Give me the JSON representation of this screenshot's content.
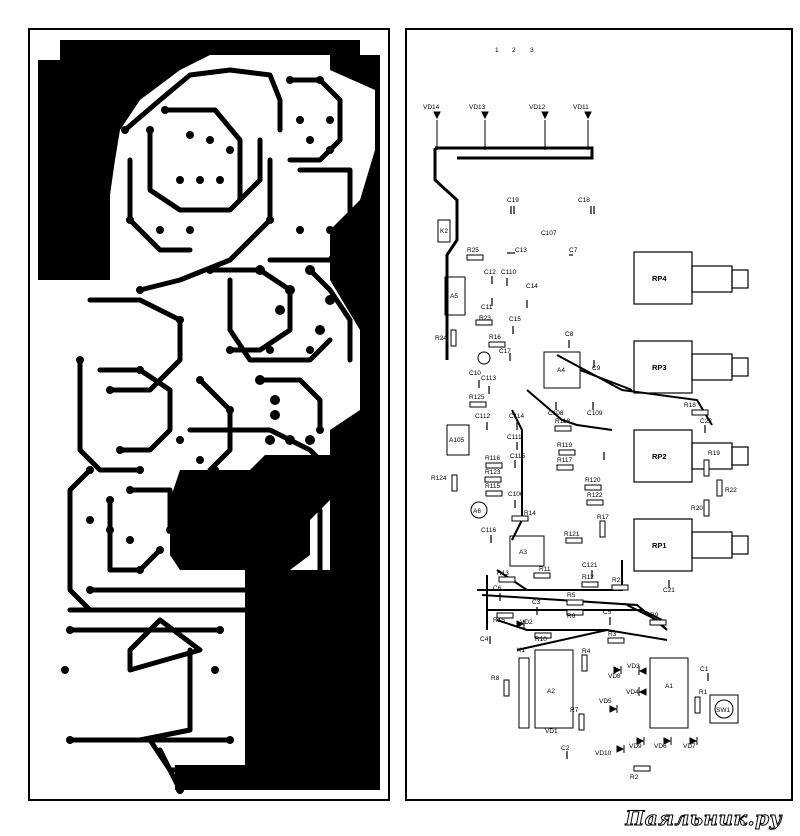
{
  "watermark": "Паяльник.ру",
  "pin_numbers": [
    "1",
    "2",
    "3"
  ],
  "relays": [
    "K2",
    "K1"
  ],
  "controls": [
    "RP4",
    "RP3",
    "RP2",
    "RP1"
  ],
  "chips": [
    "A5",
    "A4",
    "A105",
    "A6",
    "A3",
    "A2",
    "A1"
  ],
  "switch": "SW1",
  "diodes": [
    "VD14",
    "VD13",
    "VD12",
    "VD11",
    "VD2",
    "VD8",
    "VD3",
    "VD4",
    "VD5",
    "VD1",
    "VD10",
    "VD9",
    "VD6",
    "VD7"
  ],
  "resistors": [
    "R25",
    "R23",
    "R16",
    "R24",
    "R125",
    "R118",
    "R119",
    "R117",
    "R116",
    "R123",
    "R115",
    "R124",
    "R120",
    "R122",
    "R14",
    "R17",
    "R121",
    "R13",
    "R11",
    "R12",
    "R21",
    "R5",
    "R6",
    "R15",
    "R9",
    "R10",
    "R3",
    "R4",
    "R8",
    "R7",
    "R1",
    "R2",
    "R18",
    "R19",
    "R20",
    "R22"
  ],
  "capacitors": [
    "C19",
    "C18",
    "C107",
    "C13",
    "C7",
    "C12",
    "C110",
    "C11",
    "C14",
    "C15",
    "C8",
    "C17",
    "C9",
    "C10",
    "C113",
    "C108",
    "C109",
    "C112",
    "C114",
    "C111",
    "C115",
    "C106",
    "C116",
    "C121",
    "C6",
    "C3",
    "C5",
    "C4",
    "C1",
    "C2",
    "C22",
    "C21"
  ]
}
